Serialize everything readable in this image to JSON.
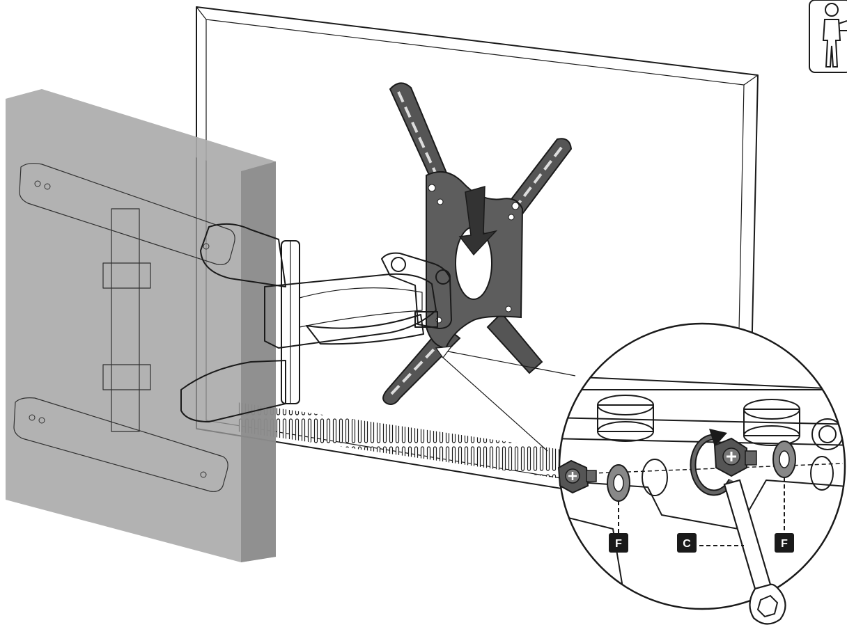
{
  "labels": {
    "washer_left": "F",
    "wrench": "C",
    "washer_right": "F"
  },
  "colors": {
    "line": "#1a1a1a",
    "wall": "#9b9b9b",
    "wall_side": "#8a8a8a",
    "plate": "#5a5a5a",
    "label_bg": "#1a1a1a",
    "label_text": "#ffffff"
  },
  "icons": [
    "two-person-assembly-icon",
    "rotate-arrow-icon",
    "down-arrow-icon",
    "phillips-screw-icon"
  ]
}
